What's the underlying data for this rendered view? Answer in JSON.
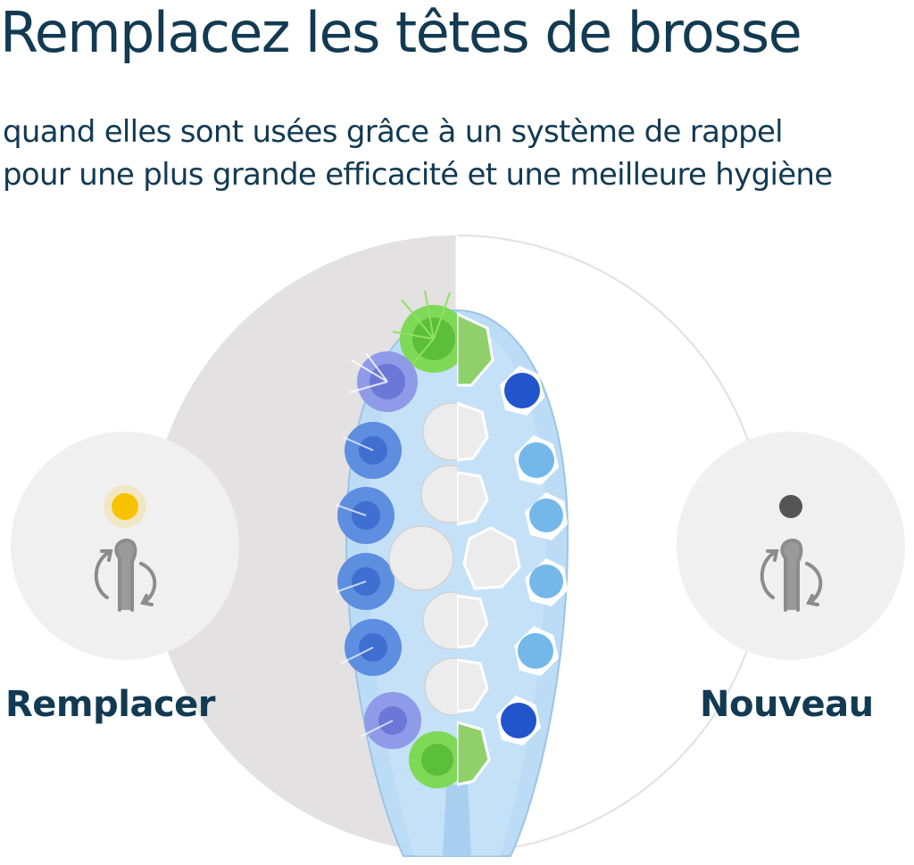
{
  "headline": "Remplacez les têtes de brosse",
  "subtitle": {
    "line1": "quand elles sont usées grâce à un système de rappel",
    "line2": "pour une plus grande efficacité et une meilleure hygiène"
  },
  "states": [
    {
      "label": "Remplacer",
      "indicator_color": "#f7c400",
      "icon": "replace-brush-head-icon"
    },
    {
      "label": "Nouveau",
      "indicator_color": "#555555",
      "icon": "replace-brush-head-icon"
    }
  ],
  "colors": {
    "text": "#123a52",
    "worn_background": "#e3e1e1",
    "indicator_badge": "#f0f0f0",
    "brush_head": "#bcdcf6",
    "bristle_green": "#7ed957",
    "bristle_blue": "#2255cc"
  }
}
